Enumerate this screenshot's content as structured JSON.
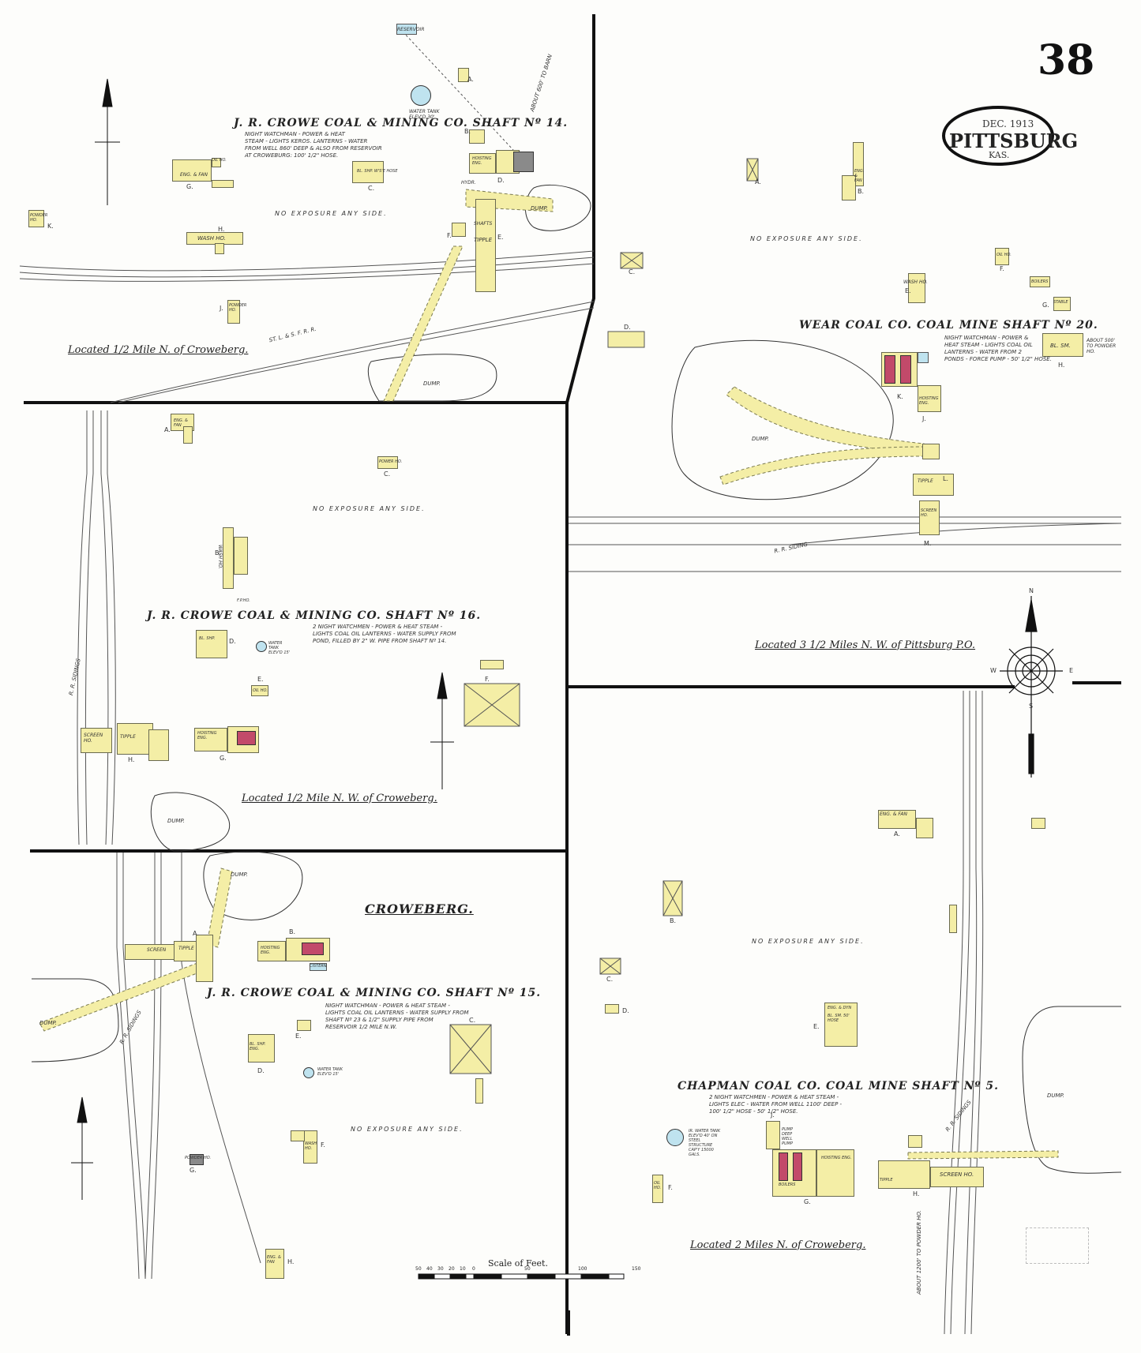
{
  "sheet": {
    "number": "38",
    "date": "DEC. 1913",
    "city": "PITTSBURG",
    "state": "KAS.",
    "scale_title": "Scale of Feet.",
    "scale_ticks": [
      "50",
      "40",
      "30",
      "20",
      "10",
      "0",
      "50",
      "100",
      "150"
    ]
  },
  "panels": {
    "shaft14": {
      "title": "J. R. CROWE COAL & MINING CO. SHAFT Nº 14.",
      "note": "NIGHT WATCHMAN - POWER & HEAT\nSTEAM - LIGHTS KEROS. LANTERNS - WATER\nFROM WELL 860' DEEP & ALSO FROM RESERVOIR\nAT CROWEBURG: 100' 1/2\" HOSE.",
      "location": "Located 1/2 Mile N. of Croweberg.",
      "exposure": "NO EXPOSURE ANY SIDE.",
      "labels": {
        "dump": "DUMP.",
        "dump2": "DUMP.",
        "railroad": "ST. L. & S. F. R. R.",
        "reservoir": "RESERVOIR",
        "tank": "WATER TANK ELEV'D 30'",
        "about_barn": "ABOUT 600' TO BARN",
        "eng_fan": "ENG. & FAN",
        "bl_shp": "BL. SHP. W'S'E HOSE",
        "wash": "WASH HO.",
        "powder": "POWDER HO.",
        "power_k": "POWDER HO.",
        "hoisting": "HOISTING ENG.",
        "tipple": "TIPPLE",
        "shafts": "SHAFTS",
        "hydrant": "HYDR.",
        "oil": "OIL HO.",
        "letters": {
          "a": "A.",
          "b": "B.",
          "c": "C.",
          "d": "D.",
          "e": "E.",
          "f": "F.",
          "g": "G.",
          "h": "H.",
          "j": "J.",
          "k": "K."
        }
      }
    },
    "shaft20": {
      "title": "WEAR COAL CO. COAL MINE SHAFT Nº 20.",
      "note": "NIGHT WATCHMAN - POWER &\nHEAT STEAM - LIGHTS COAL OIL\nLANTERNS - WATER FROM 2\nPONDS - FORCE PUMP - 50' 1/2\" HOSE.",
      "location": "Located 3 1/2 Miles N. W. of Pittsburg P.O.",
      "exposure": "NO EXPOSURE ANY SIDE.",
      "labels": {
        "dump": "DUMP.",
        "siding": "R. R. SIDING",
        "powder": "ABOUT 500' TO POWDER HO.",
        "bl_smith": "BL. SM.",
        "oil": "OIL HO.",
        "wash": "WASH HO.",
        "eng_fan": "ENG. & FAN",
        "boiler": "BOILERS",
        "stable": "STABLE",
        "hoisting": "HOISTING ENG.",
        "tipple": "TIPPLE",
        "screen": "SCREEN HO.",
        "letters": {
          "a": "A.",
          "b": "B.",
          "c": "C.",
          "d": "D.",
          "e": "E.",
          "f": "F.",
          "g": "G.",
          "h": "H.",
          "j": "J.",
          "k": "K.",
          "l": "L.",
          "m": "M."
        }
      }
    },
    "shaft16": {
      "title": "J. R. CROWE COAL & MINING CO. SHAFT Nº 16.",
      "note": "2 NIGHT WATCHMEN - POWER & HEAT STEAM -\nLIGHTS COAL OIL LANTERNS - WATER SUPPLY FROM\nPOND, FILLED BY 2\" W. PIPE FROM SHAFT Nº 14.",
      "location": "Located 1/2 Mile N. W. of Croweberg.",
      "exposure": "NO EXPOSURE ANY SIDE.",
      "labels": {
        "dump": "DUMP.",
        "siding": "R. R. SIDINGS",
        "tank": "WATER TANK ELEV'D 15'",
        "eng_fan": "ENG. & FAN",
        "power": "POWER HO.",
        "wash": "WASH HO.",
        "bl_shp": "BL. SHP.",
        "oil": "OIL HO.",
        "screen": "SCREEN HO.",
        "tipple": "TIPPLE",
        "hoisting": "HOISTING ENG.",
        "fire": "F.P.HO.",
        "letters": {
          "a": "A.",
          "b": "B.",
          "c": "C.",
          "d": "D.",
          "e": "E.",
          "f": "F.",
          "g": "G.",
          "h": "H."
        }
      }
    },
    "chapman": {
      "title": "CHAPMAN COAL CO. COAL MINE SHAFT Nº 5.",
      "note": "2 NIGHT WATCHMEN - POWER & HEAT STEAM -\nLIGHTS ELEC - WATER FROM WELL 1100' DEEP -\n100' 1/2\" HOSE - 50' 1/2\" HOSE.",
      "location": "Located 2 Miles N. of Croweberg.",
      "exposure": "NO EXPOSURE ANY SIDE.",
      "labels": {
        "dump": "DUMP.",
        "siding": "R. R. SIDINGS",
        "powder": "ABOUT 1200' TO POWDER HO.",
        "tank": "IR. WATER TANK ELEV'D 40' ON STEEL STRUCTURE CAP'Y 15000 GALS.",
        "eng_fan": "ENG. & FAN",
        "eng_dyn": "ENG. & DYN",
        "bl_smith": "BL. SM. 50' HOSE",
        "oil": "OIL HO.",
        "screen": "SCREEN HO.",
        "hoisting": "HOISTING ENG.",
        "tipple": "TIPPLE",
        "boiler": "BOILERS",
        "pump": "PUMP DEEP WELL PUMP",
        "letters": {
          "a": "A.",
          "b": "B.",
          "c": "C.",
          "d": "D.",
          "e": "E.",
          "f": "F.",
          "g": "G.",
          "h": "H.",
          "j": "J."
        }
      }
    },
    "shaft15": {
      "title": "J. R. CROWE COAL & MINING CO. SHAFT Nº 15.",
      "town": "CROWEBERG.",
      "note": "NIGHT WATCHMAN - POWER & HEAT STEAM -\nLIGHTS COAL OIL LANTERNS - WATER SUPPLY FROM\nSHAFT Nº 23 & 1/2\" SUPPLY PIPE FROM\nRESERVOIR 1/2 MILE N.W.",
      "exposure": "NO EXPOSURE ANY SIDE.",
      "labels": {
        "dump": "DUMP.",
        "dump2": "DUMP.",
        "siding": "R. R. SIDINGS",
        "tank": "WATER TANK ELEV'D 15'",
        "bl_shp": "BL. SHP. ENG.",
        "wash": "WASH HO.",
        "powder": "POWDER HO.",
        "eng_fan": "ENG. & FAN",
        "screen": "SCREEN",
        "tipple": "TIPPLE",
        "hoisting": "HOISTING ENG.",
        "cistern": "CISTERN",
        "letters": {
          "a": "A.",
          "b": "B.",
          "c": "C.",
          "d": "D.",
          "e": "E.",
          "f": "F.",
          "g": "G.",
          "h": "H."
        }
      }
    }
  },
  "compass": {
    "n": "N",
    "s": "S",
    "e": "E",
    "w": "W"
  },
  "colors": {
    "building": "#f4eea6",
    "water": "#bfe3ef",
    "line": "#111111",
    "track": "#555555"
  }
}
